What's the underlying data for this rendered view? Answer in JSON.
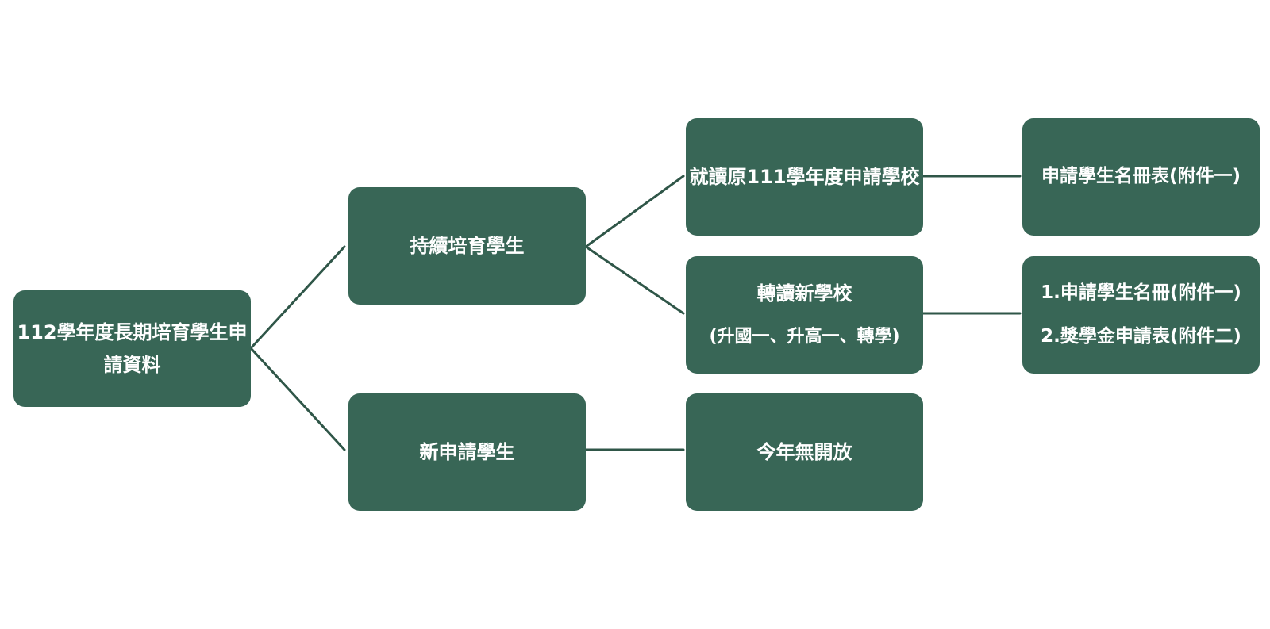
{
  "colors": {
    "node_fill": "#386656",
    "connector": "#2f5648",
    "text": "#ffffff",
    "background": "#ffffff"
  },
  "nodes": {
    "root": {
      "lines": [
        "112學年度長期培育學生申請資料"
      ]
    },
    "continuing": {
      "lines": [
        "持續培育學生"
      ]
    },
    "new_applicants": {
      "lines": [
        "新申請學生"
      ]
    },
    "same_school": {
      "lines": [
        "就讀原111學年度申請學校"
      ]
    },
    "transfer": {
      "lines": [
        "轉讀新學校",
        "(升國一、升高一、轉學)"
      ]
    },
    "not_open": {
      "lines": [
        "今年無開放"
      ]
    },
    "roster": {
      "lines": [
        "申請學生名冊表(附件一)"
      ]
    },
    "transfer_docs": {
      "lines": [
        "1.申請學生名冊(附件一)",
        "2.獎學金申請表(附件二)"
      ]
    }
  },
  "edges": [
    {
      "from": "root",
      "to": "continuing"
    },
    {
      "from": "root",
      "to": "new_applicants"
    },
    {
      "from": "continuing",
      "to": "same_school"
    },
    {
      "from": "continuing",
      "to": "transfer"
    },
    {
      "from": "new_applicants",
      "to": "not_open"
    },
    {
      "from": "same_school",
      "to": "roster"
    },
    {
      "from": "transfer",
      "to": "transfer_docs"
    }
  ]
}
